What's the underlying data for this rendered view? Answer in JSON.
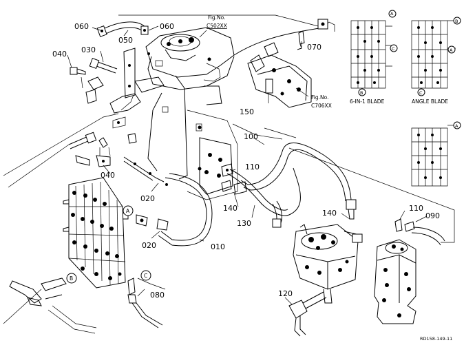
{
  "part_labels": [
    {
      "id": "p060a",
      "text": "060"
    },
    {
      "id": "p050",
      "text": "050"
    },
    {
      "id": "p060b",
      "text": "060"
    },
    {
      "id": "p030",
      "text": "030"
    },
    {
      "id": "p040a",
      "text": "040"
    },
    {
      "id": "p070",
      "text": "070"
    },
    {
      "id": "p150",
      "text": "150"
    },
    {
      "id": "p100",
      "text": "100"
    },
    {
      "id": "p110a",
      "text": "110"
    },
    {
      "id": "p040b",
      "text": "040"
    },
    {
      "id": "p020a",
      "text": "020"
    },
    {
      "id": "p140a",
      "text": "140"
    },
    {
      "id": "p130",
      "text": "130"
    },
    {
      "id": "p020b",
      "text": "020"
    },
    {
      "id": "p010",
      "text": "010"
    },
    {
      "id": "p140b",
      "text": "140"
    },
    {
      "id": "p110b",
      "text": "110"
    },
    {
      "id": "p090",
      "text": "090"
    },
    {
      "id": "p080",
      "text": "080"
    },
    {
      "id": "p120",
      "text": "120"
    }
  ],
  "figure_refs": [
    {
      "id": "fig1",
      "title": "Fig.No.",
      "number": "C502XX"
    },
    {
      "id": "fig2",
      "title": "Fig.No.",
      "number": "C706XX"
    }
  ],
  "port_labels": [
    "A",
    "B",
    "C"
  ],
  "inset_captions": [
    "6-IN-1 BLADE",
    "ANGLE BLADE"
  ],
  "inset_markers": [
    "A",
    "B",
    "C",
    "A",
    "B",
    "C",
    "A"
  ],
  "drawing_id": "RD158-149-11"
}
